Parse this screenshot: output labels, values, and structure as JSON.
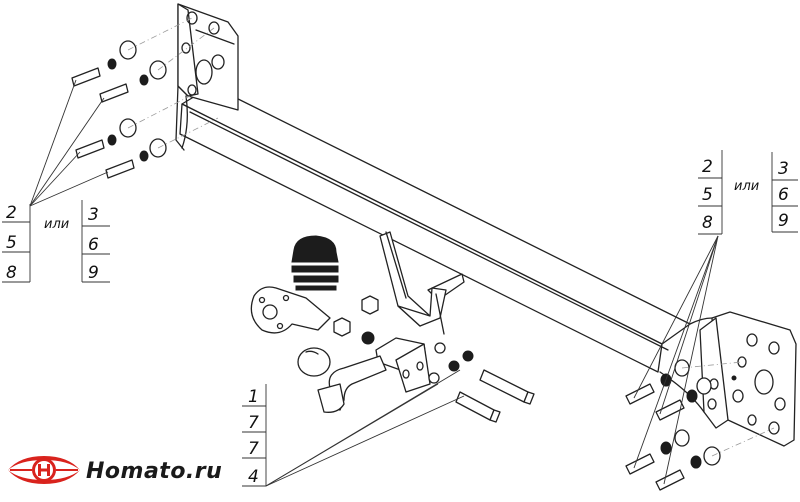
{
  "callouts": {
    "left_group": {
      "primary": [
        "2",
        "5",
        "8"
      ],
      "alt_word": "или",
      "alternative": [
        "3",
        "6",
        "9"
      ]
    },
    "right_group": {
      "primary": [
        "2",
        "5",
        "8"
      ],
      "alt_word": "или",
      "alternative": [
        "3",
        "6",
        "9"
      ]
    },
    "bottom_group": [
      "1",
      "7",
      "7",
      "4"
    ]
  },
  "logo": {
    "text": "Homato.ru",
    "colors": {
      "red": "#d9231d",
      "dark": "#1a1a1a"
    }
  }
}
